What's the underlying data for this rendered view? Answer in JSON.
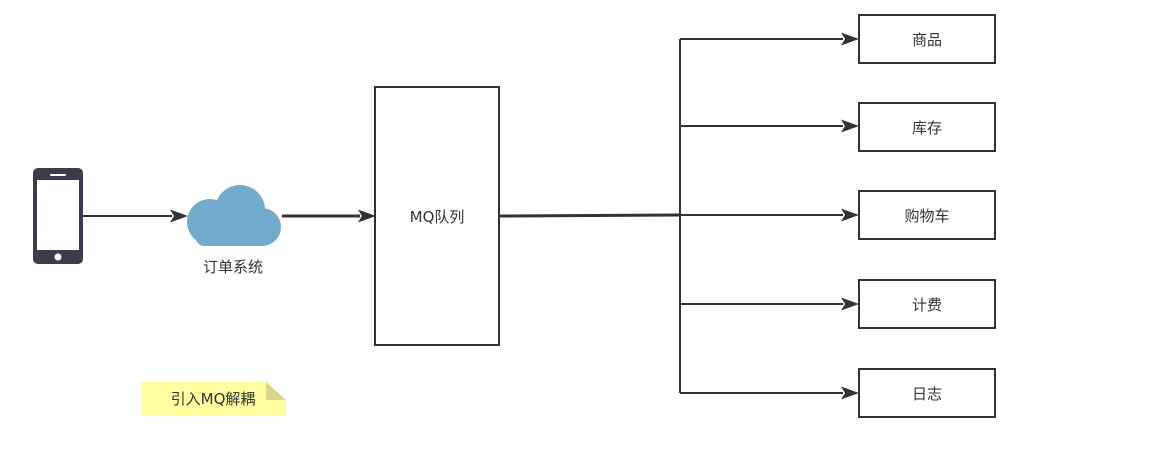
{
  "nodes": {
    "client": {
      "icon": "mobile-phone-icon"
    },
    "order_system": {
      "icon": "cloud-icon",
      "label": "订单系统"
    },
    "mq_queue": {
      "label": "MQ队列"
    },
    "targets": [
      {
        "label": "商品"
      },
      {
        "label": "库存"
      },
      {
        "label": "购物车"
      },
      {
        "label": "计费"
      },
      {
        "label": "日志"
      }
    ]
  },
  "note": {
    "text": "引入MQ解耦"
  },
  "colors": {
    "line": "#333333",
    "cloud": "#72AACE",
    "phone": "#3a3c4c",
    "note_fill": "#FFFFA0",
    "note_fold": "#D6D685"
  }
}
